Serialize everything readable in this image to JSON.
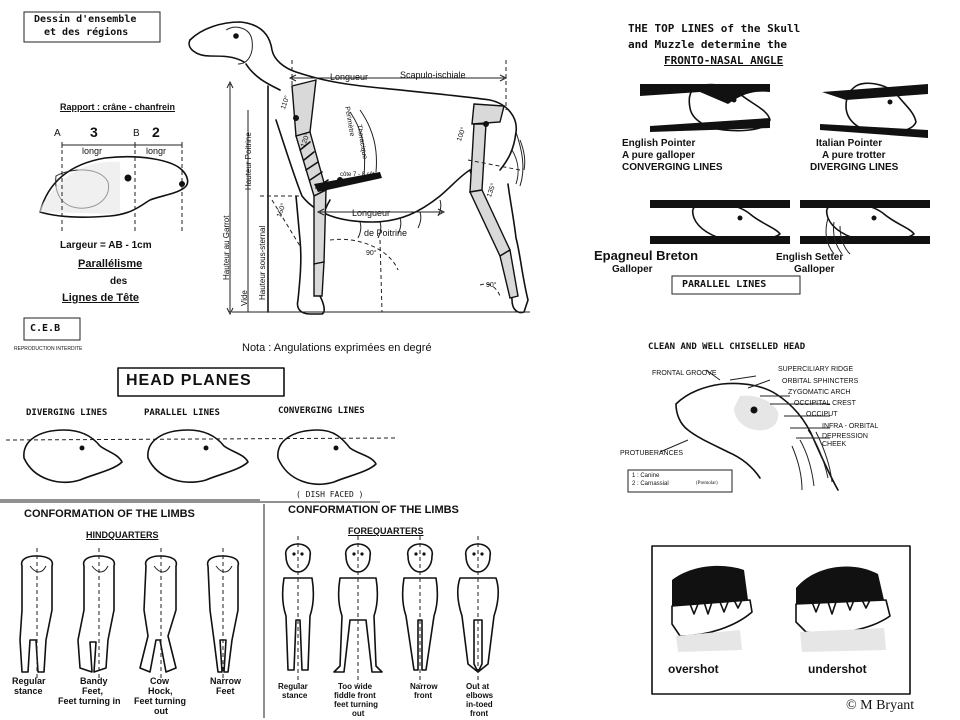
{
  "main_diagram": {
    "title_line1": "Dessin d'ensemble",
    "title_line2": "et des régions",
    "rapport": "Rapport : crâne - chanfrein",
    "label_a": "A",
    "val_3": "3",
    "label_b": "B",
    "val_2": "2",
    "longr_1": "longr",
    "longr_2": "longr",
    "largeur": "Largeur = AB - 1cm",
    "parallelisme": "Parallélisme",
    "des": "des",
    "lignes": "Lignes de Tête",
    "ceb": "C.E.B",
    "reproduction": "REPRODUCTION INTERDITE",
    "nota": "Nota : Angulations exprimées en degré",
    "longueur_top": "Longueur",
    "scapulo": "Scapulo-ischiale",
    "hauteur_garrot": "Hauteur au Garrot",
    "hauteur_poitrine": "Hauteur Poitrine",
    "hauteur_sous": "Hauteur sous-sternal",
    "vide": "Vide",
    "perimetre": "Périmètre",
    "thoracique": "Thoracique",
    "longueur_mid": "Longueur",
    "de_poitrine": "de Poitrine",
    "cote": "côte 7 - 8 côte",
    "angle_110": "110°",
    "angle_120": "120°",
    "angle_100": "100°",
    "angle_150": "150°",
    "angle_135": "135°",
    "angle_90a": "90°",
    "angle_90b": "90°"
  },
  "top_lines": {
    "title_line1": "THE TOP LINES of the Skull",
    "title_line2": "and Muzzle determine the",
    "title_line3": "FRONTO-NASAL ANGLE",
    "english_pointer": "English  Pointer",
    "galloper_desc": "A pure galloper",
    "converging": "CONVERGING LINES",
    "italian_pointer": "Italian      Pointer",
    "trotter_desc": "A pure  trotter",
    "diverging": "DIVERGING LINES",
    "epagneul": "Epagneul Breton",
    "galloper_1": "Galloper",
    "english_setter": "English        Setter",
    "galloper_2": "Galloper",
    "parallel": "PARALLEL   LINES"
  },
  "head_planes": {
    "title": "HEAD PLANES",
    "diverging": "DIVERGING LINES",
    "parallel": "PARALLEL   LINES",
    "converging": "CONVERGING  LINES",
    "dish_faced": "( DISH FACED )"
  },
  "chiselled": {
    "title": "CLEAN AND WELL CHISELLED HEAD",
    "frontal_groove": "FRONTAL GROOVE",
    "superciliary": "SUPERCILIARY RIDGE",
    "orbital": "ORBITAL SPHINCTERS",
    "zygomatic": "ZYGOMATIC ARCH",
    "occipital_crest": "OCCIPITAL CREST",
    "occiput": "OCCIPUT",
    "infra_orbital": "INFRA - ORBITAL",
    "depression": "DEPRESSION",
    "cheek": "CHEEK",
    "protuberances": "PROTUBERANCES",
    "legend_1": "1 : Canine",
    "legend_2": "2 : Carnassial",
    "premolar": "(Premolar)"
  },
  "hindquarters": {
    "title": "CONFORMATION OF THE LIMBS",
    "subtitle": "HINDQUARTERS",
    "c1_l1": "Regular",
    "c1_l2": "stance",
    "c2_l1": "Bandy",
    "c2_l2": "Feet,",
    "c2_l3": "Feet turning in",
    "c3_l1": "Cow",
    "c3_l2": "Hock,",
    "c3_l3": "Feet turning",
    "c3_l4": "out",
    "c4_l1": "Narrow",
    "c4_l2": "Feet"
  },
  "forequarters": {
    "title": "CONFORMATION OF THE LIMBS",
    "subtitle": "FOREQUARTERS",
    "c1_l1": "Regular",
    "c1_l2": "stance",
    "c2_l1": "Too wide",
    "c2_l2": "fiddle front",
    "c2_l3": "feet turning",
    "c2_l4": "out",
    "c3_l1": "Narrow",
    "c3_l2": "front",
    "c4_l1": "Out at",
    "c4_l2": "elbows",
    "c4_l3": "in-toed",
    "c4_l4": "front"
  },
  "bite": {
    "overshot": "overshot",
    "undershot": "undershot"
  },
  "copyright": "© M Bryant"
}
